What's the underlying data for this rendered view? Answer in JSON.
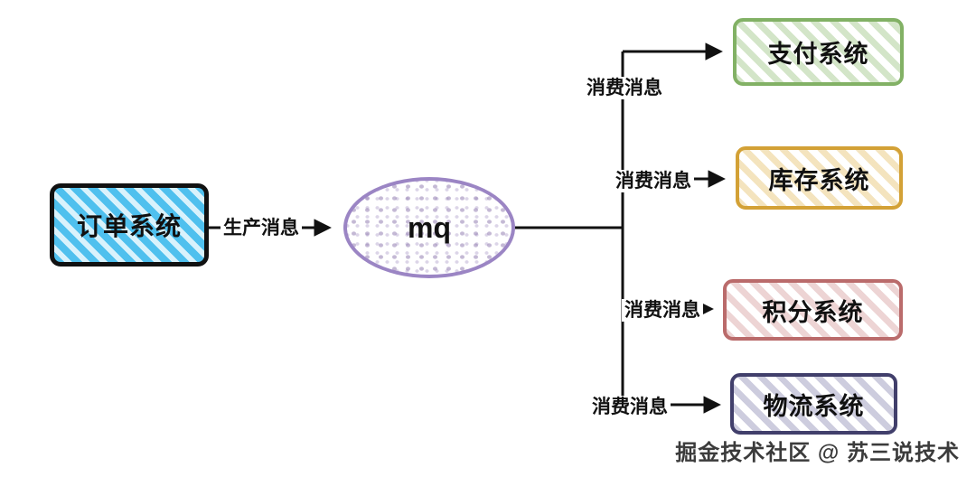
{
  "diagram": {
    "title_hint": "mq fan-out architecture",
    "producer": {
      "label": "订单系统",
      "fill_color": "#4fc0ee",
      "border_color": "#111111"
    },
    "broker": {
      "label": "mq",
      "border_color": "#9b85c4"
    },
    "produce_edge": {
      "label": "生产消息"
    },
    "consumers": [
      {
        "label": "支付系统",
        "edge_label": "消费消息",
        "border_color": "#82b165"
      },
      {
        "label": "库存系统",
        "edge_label": "消费消息",
        "border_color": "#d3a136"
      },
      {
        "label": "积分系统",
        "edge_label": "消费消息",
        "border_color": "#ba6b6b"
      },
      {
        "label": "物流系统",
        "edge_label": "消费消息",
        "border_color": "#413f6b"
      }
    ],
    "line_color": "#111111",
    "watermark": "掘金技术社区 @ 苏三说技术"
  }
}
